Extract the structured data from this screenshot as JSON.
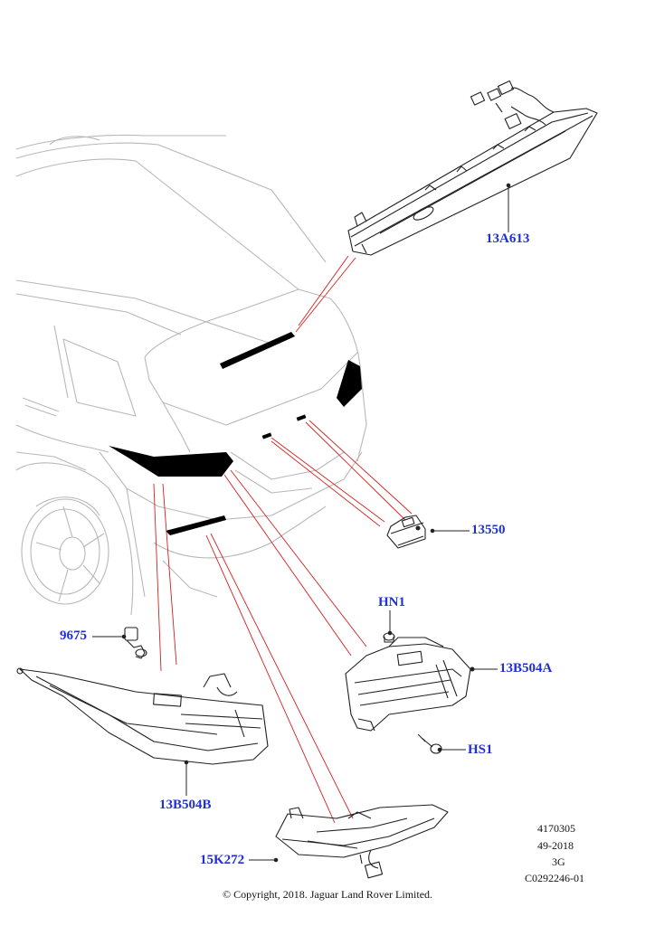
{
  "colors": {
    "callout": "#1f2fd6",
    "leader": "#d42020",
    "outline": "#222222",
    "vehicle": "#b8b8b8",
    "highlight": "#000000"
  },
  "callouts": {
    "high_mount_stop_lamp": "13A613",
    "license_lamp": "13550",
    "nut": "HN1",
    "rear_lamp_inner": "13B504A",
    "screw": "HS1",
    "bulb_holder": "9675",
    "rear_lamp_outer": "13B504B",
    "fog_lamp": "15K272"
  },
  "diagram_ref": {
    "line1": "4170305",
    "line2": "49-2018",
    "line3": "3G",
    "line4": "C0292246-01"
  },
  "copyright": "© Copyright, 2018. Jaguar Land Rover Limited."
}
